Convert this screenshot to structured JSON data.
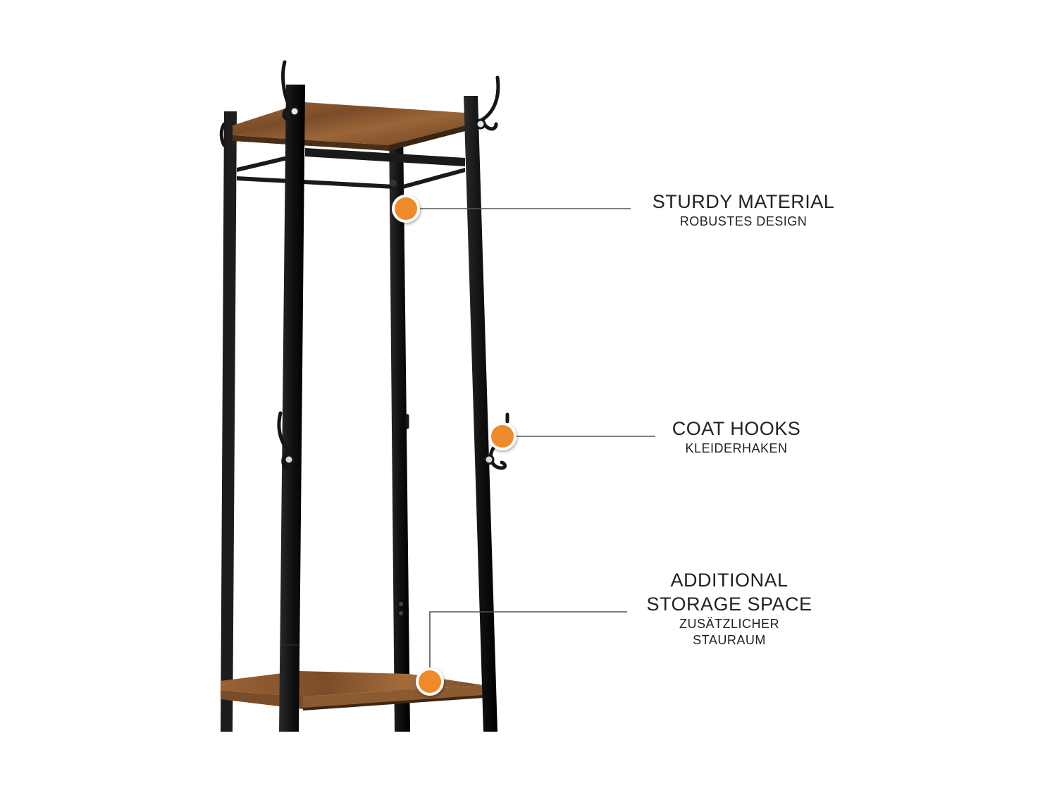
{
  "colors": {
    "accent_dot": "#ee8a2a",
    "frame": "#1b1b1b",
    "wood": "#8a5a30",
    "leader_line": "#555555"
  },
  "callouts": {
    "sturdy": {
      "title": "STURDY MATERIAL",
      "subtitle": "ROBUSTES DESIGN"
    },
    "hooks": {
      "title": "COAT HOOKS",
      "subtitle": "KLEIDERHAKEN"
    },
    "storage": {
      "title_line1": "ADDITIONAL",
      "title_line2": "STORAGE SPACE",
      "subtitle_line1": "ZUSÄTZLICHER",
      "subtitle_line2": "STAURAUM"
    }
  },
  "icons": {
    "hotspot": "orange-dot-icon",
    "hook": "coat-hook-icon"
  }
}
